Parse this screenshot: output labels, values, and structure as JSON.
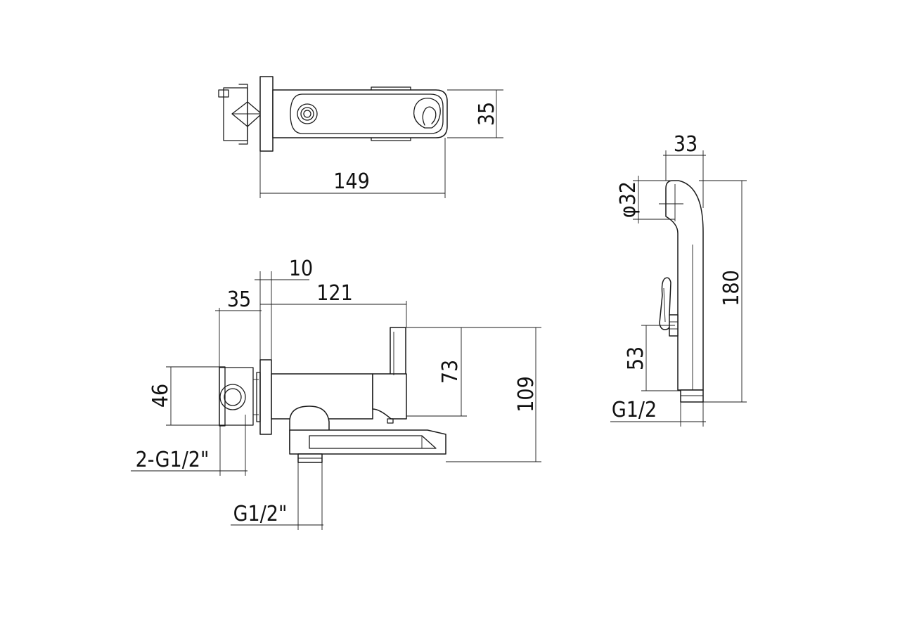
{
  "dimensions": {
    "top_width_label": "35",
    "top_length_label": "149",
    "side_plate_label": "10",
    "side_depth_label": "35",
    "side_length_label": "121",
    "side_height_upper_label": "73",
    "side_height_total_label": "109",
    "side_inlet_height_label": "46",
    "side_inlet_thread_label": "2-G1/2\"",
    "side_outlet_thread_label": "G1/2\"",
    "shower_head_width_label": "33",
    "shower_head_diameter_label": "φ32",
    "shower_length_label": "180",
    "shower_button_height_label": "53",
    "shower_thread_label": "G1/2"
  }
}
